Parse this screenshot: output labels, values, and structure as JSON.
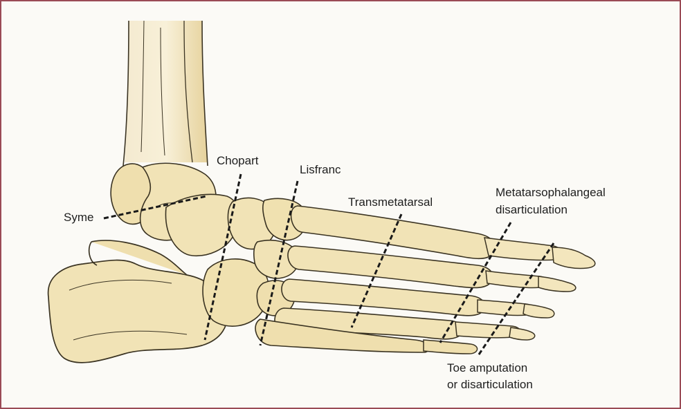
{
  "colors": {
    "frame": "#9a4a55",
    "background": "#fbfaf6",
    "bone_fill": "#f1e3b6",
    "bone_shade": "#dcc78c",
    "bone_outline": "#3a3322",
    "cut_line": "#1a1a1a"
  },
  "labels": {
    "syme": "Syme",
    "chopart": "Chopart",
    "lisfranc": "Lisfranc",
    "transmetatarsal": "Transmetatarsal",
    "mtp_line1": "Metatarsophalangeal",
    "mtp_line2": "disarticulation",
    "toe_line1": "Toe amputation",
    "toe_line2": "or disarticulation"
  }
}
